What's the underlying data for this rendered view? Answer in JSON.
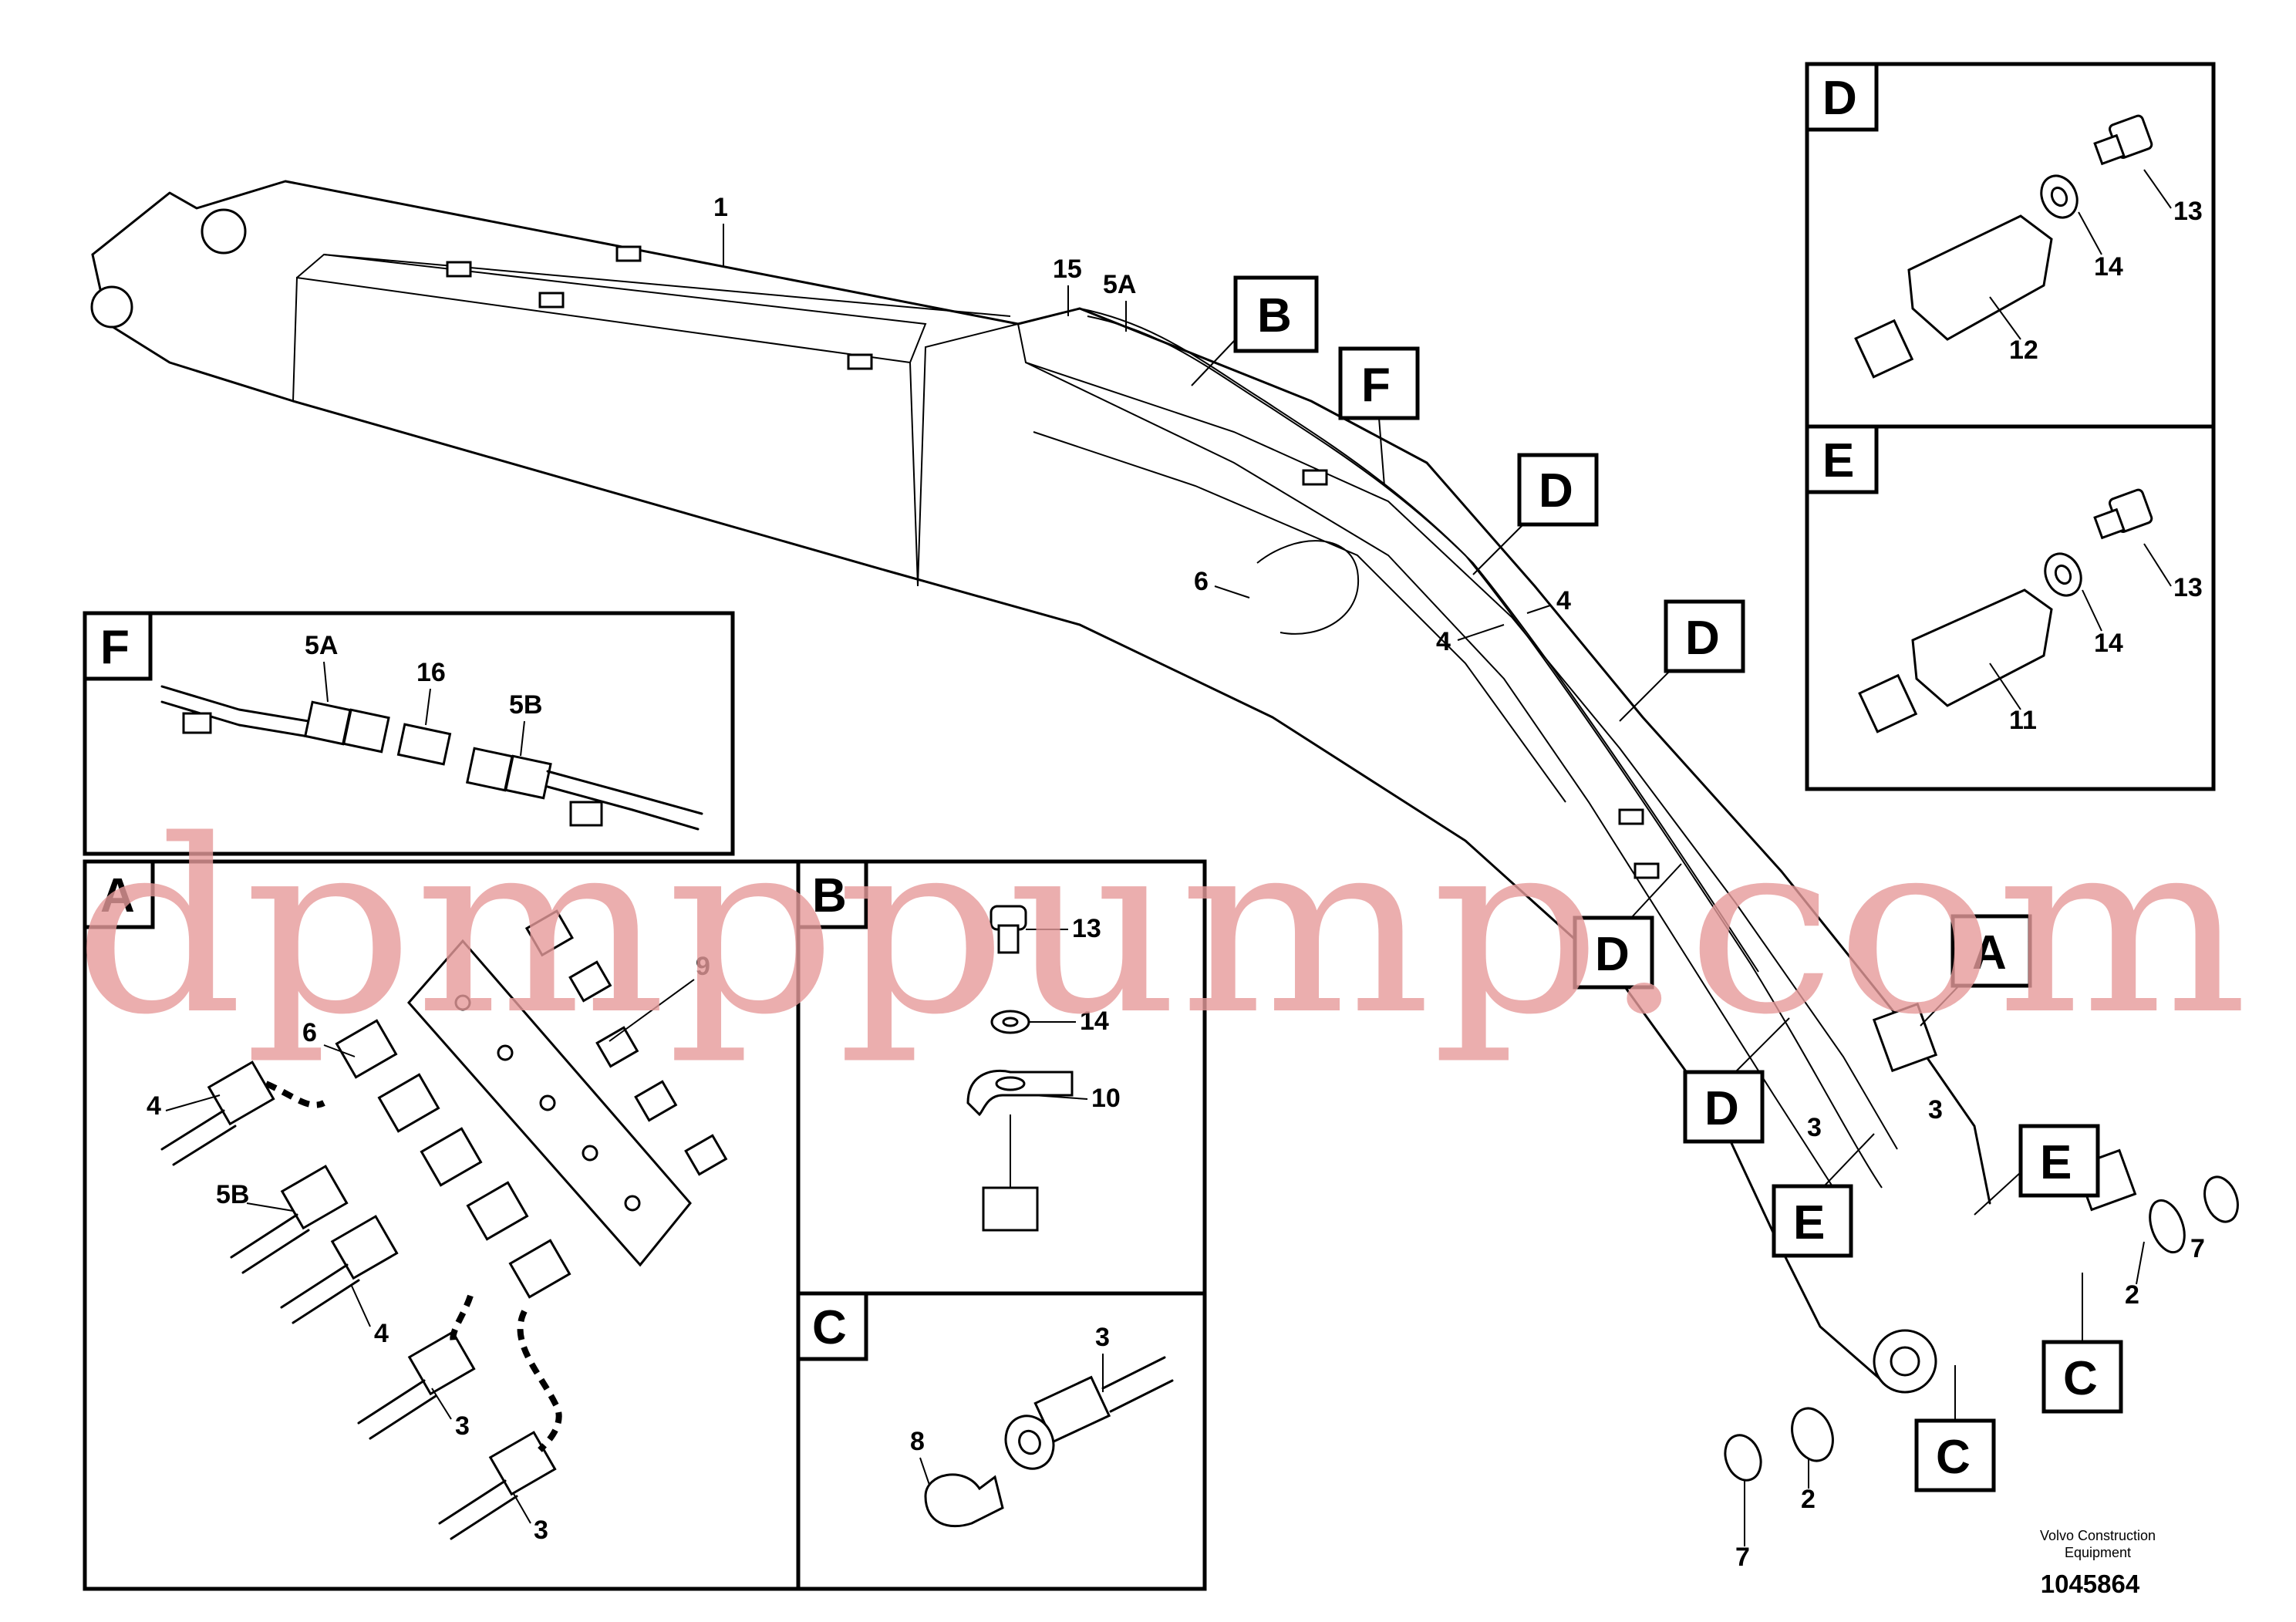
{
  "main_view": {
    "callouts": {
      "c1": "1",
      "c15": "15",
      "c5A": "5A",
      "c6": "6",
      "c4a": "4",
      "c4b": "4",
      "c3a": "3",
      "c3b": "3",
      "c2a": "2",
      "c2b": "2",
      "c7a": "7",
      "c7b": "7"
    },
    "tags": {
      "B": "B",
      "F": "F",
      "D1": "D",
      "D2": "D",
      "D3": "D",
      "D4": "D",
      "A": "A",
      "E1": "E",
      "E2": "E",
      "C1": "C",
      "C2": "C"
    }
  },
  "detail_D": {
    "title": "D",
    "labels": [
      "13",
      "14",
      "12"
    ]
  },
  "detail_E": {
    "title": "E",
    "labels": [
      "13",
      "14",
      "11"
    ]
  },
  "detail_F": {
    "title": "F",
    "labels": [
      "5A",
      "16",
      "5B"
    ]
  },
  "detail_A": {
    "title": "A",
    "labels": [
      "9",
      "6",
      "4",
      "5B",
      "4",
      "3",
      "3"
    ]
  },
  "detail_B": {
    "title": "B",
    "labels": [
      "13",
      "14",
      "10"
    ]
  },
  "detail_C": {
    "title": "C",
    "labels": [
      "3",
      "8"
    ]
  },
  "footer": {
    "brand": "Volvo Construction",
    "brand_line2": "Equipment",
    "drawing_number": "1045864"
  },
  "watermark": "dpmppump.com",
  "colors": {
    "line": "#000000",
    "background": "#ffffff",
    "watermark": "#e79b9b"
  }
}
